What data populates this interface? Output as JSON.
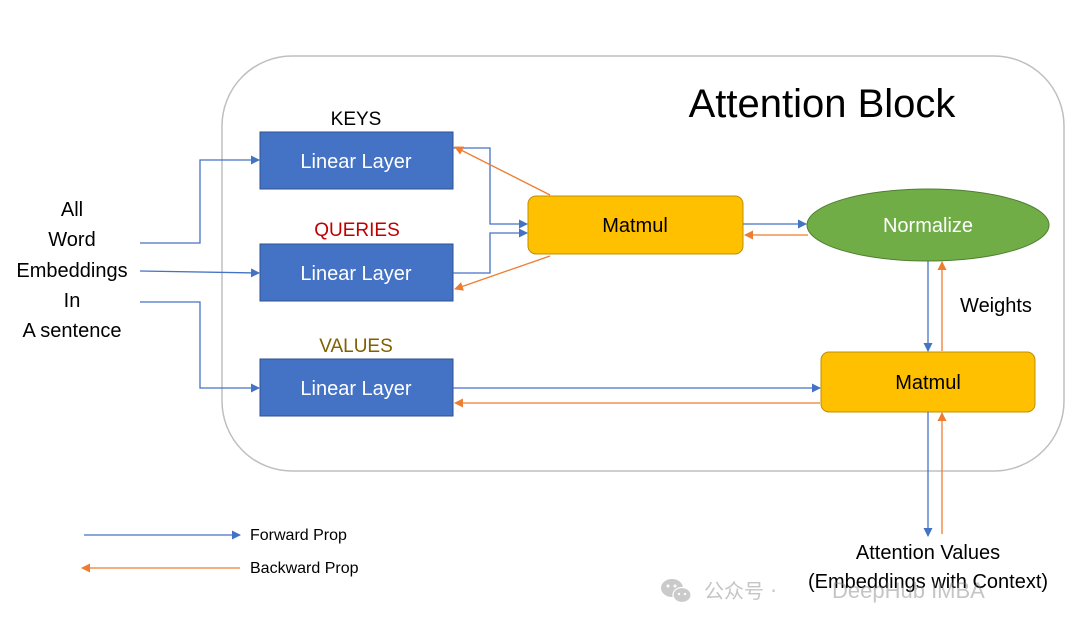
{
  "diagram": {
    "title": "Attention Block",
    "input_label": [
      "All",
      "Word",
      "Embeddings",
      "In",
      "A sentence"
    ],
    "keys_label": "KEYS",
    "queries_label": "QUERIES",
    "values_label": "VALUES",
    "linear_layer_label": "Linear Layer",
    "matmul_label": "Matmul",
    "normalize_label": "Normalize",
    "weights_label": "Weights",
    "output_label": [
      "Attention Values",
      "(Embeddings with Context)"
    ],
    "legend": {
      "forward": "Forward Prop",
      "backward": "Backward Prop"
    },
    "watermark": {
      "prefix": "公众号 · ",
      "name": "DeepHub IMBA"
    }
  },
  "colors": {
    "linear_layer": "#4472C4",
    "matmul": "#FFC000",
    "normalize": "#70AD47",
    "forward_arrow": "#4472C4",
    "backward_arrow": "#ED7D31",
    "keys_text": "#000000",
    "queries_text": "#C00000",
    "values_text": "#806000"
  }
}
